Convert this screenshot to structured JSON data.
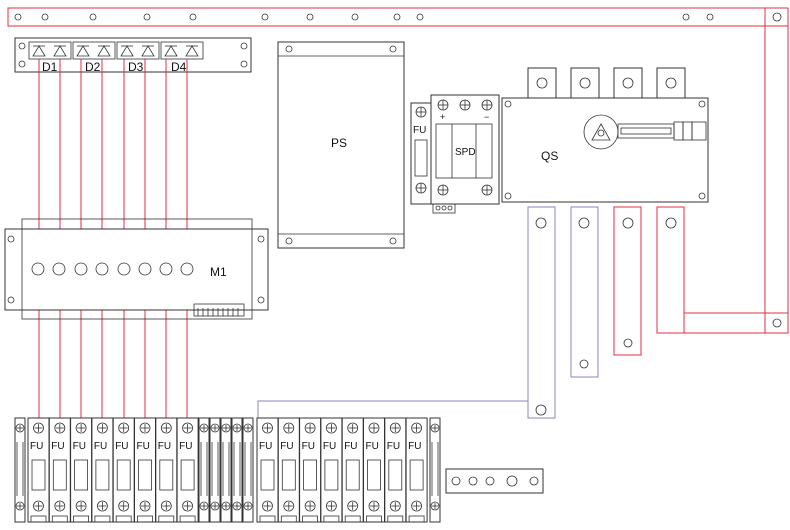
{
  "labels": {
    "d1": "D1",
    "d2": "D2",
    "d3": "D3",
    "d4": "D4",
    "ps": "PS",
    "qs": "QS",
    "m1": "M1",
    "fu_small": "FU",
    "spd": "SPD",
    "plus": "+",
    "minus": "−"
  },
  "fuse_terminals": {
    "left_group": [
      "FU",
      "FU",
      "FU",
      "FU",
      "FU",
      "FU",
      "FU",
      "FU"
    ],
    "right_group": [
      "FU",
      "FU",
      "FU",
      "FU",
      "FU",
      "FU",
      "FU",
      "FU"
    ]
  },
  "colors": {
    "wire_red": "#e0303c",
    "wire_blue": "#8a86c2",
    "outline": "#333333"
  }
}
